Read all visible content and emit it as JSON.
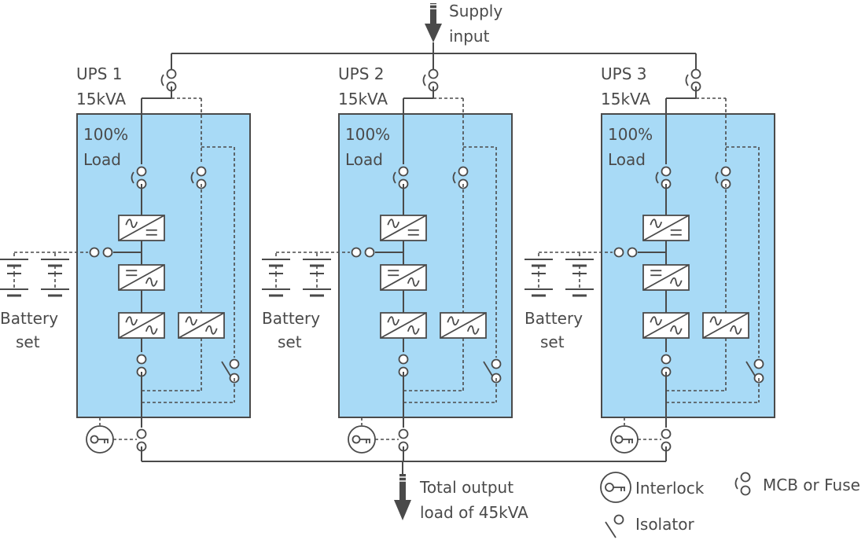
{
  "supply": {
    "line1": "Supply",
    "line2": "input"
  },
  "ups_units": [
    {
      "name": "UPS 1",
      "rating": "15kVA",
      "load_pct": "100%",
      "load_label": "Load"
    },
    {
      "name": "UPS 2",
      "rating": "15kVA",
      "load_pct": "100%",
      "load_label": "Load"
    },
    {
      "name": "UPS 3",
      "rating": "15kVA",
      "load_pct": "100%",
      "load_label": "Load"
    }
  ],
  "battery": {
    "line1": "Battery",
    "line2": "set"
  },
  "output": {
    "line1": "Total output",
    "line2": "load of 45kVA"
  },
  "legend": {
    "interlock": "Interlock",
    "isolator": "Isolator",
    "mcb": "MCB or Fuse"
  },
  "colors": {
    "panel": "#a8daf6",
    "line": "#4a4a4a",
    "text": "#4a4a4a"
  }
}
